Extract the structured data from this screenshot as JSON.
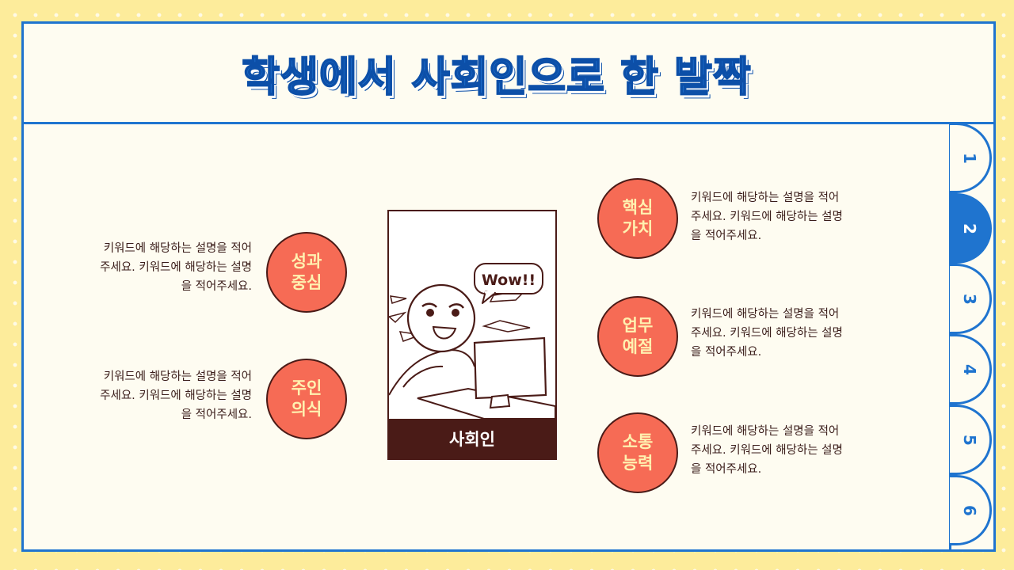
{
  "title": "학생에서 사회인으로 한 발짝",
  "tabs": [
    "1",
    "2",
    "3",
    "4",
    "5",
    "6"
  ],
  "active_tab": 1,
  "center": {
    "label": "사회인",
    "speech": "Wow!!"
  },
  "left_items": [
    {
      "keyword_line1": "성과",
      "keyword_line2": "중심",
      "desc_line1": "키워드에 해당하는 설명을 적어",
      "desc_line2": "주세요. 키워드에 해당하는 설명",
      "desc_line3": "을 적어주세요."
    },
    {
      "keyword_line1": "주인",
      "keyword_line2": "의식",
      "desc_line1": "키워드에 해당하는 설명을 적어",
      "desc_line2": "주세요. 키워드에 해당하는 설명",
      "desc_line3": "을 적어주세요."
    }
  ],
  "right_items": [
    {
      "keyword_line1": "핵심",
      "keyword_line2": "가치",
      "desc_line1": "키워드에 해당하는 설명을 적어",
      "desc_line2": "주세요. 키워드에 해당하는 설명",
      "desc_line3": "을 적어주세요."
    },
    {
      "keyword_line1": "업무",
      "keyword_line2": "예절",
      "desc_line1": "키워드에 해당하는 설명을 적어",
      "desc_line2": "주세요. 키워드에 해당하는 설명",
      "desc_line3": "을 적어주세요."
    },
    {
      "keyword_line1": "소통",
      "keyword_line2": "능력",
      "desc_line1": "키워드에 해당하는 설명을 적어",
      "desc_line2": "주세요. 키워드에 해당하는 설명",
      "desc_line3": "을 적어주세요."
    }
  ],
  "colors": {
    "background": "#fdec9b",
    "panel": "#fefcf1",
    "accent_blue": "#1f74cf",
    "circle": "#f66b55",
    "circle_text": "#fff1b0",
    "dark_brown": "#4a1b17"
  }
}
